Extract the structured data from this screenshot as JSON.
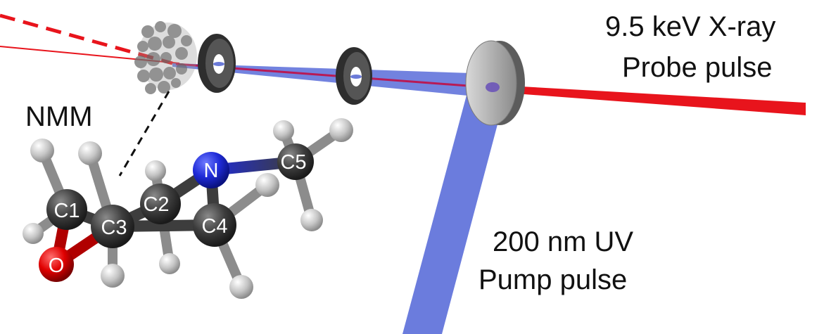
{
  "labels": {
    "xray_line1": "9.5 keV X-ray",
    "xray_line2": "Probe pulse",
    "uv_line1": "200 nm UV",
    "uv_line2": "Pump pulse",
    "molecule": "NMM"
  },
  "atoms": {
    "c1": "C1",
    "c2": "C2",
    "c3": "C3",
    "c4": "C4",
    "c5": "C5",
    "n": "N",
    "o": "O"
  },
  "colors": {
    "xray_beam": "#e8141c",
    "uv_beam": "#4a5fd6",
    "carbon": "#3d3d3d",
    "hydrogen": "#c9c9c9",
    "nitrogen": "#1f2bd8",
    "oxygen": "#e00000",
    "aperture": "#2e2e2e",
    "mirror": "#a9a9a9"
  },
  "icons": [
    "sample-cloud-icon",
    "aperture-ring-icon",
    "mirror-icon"
  ]
}
